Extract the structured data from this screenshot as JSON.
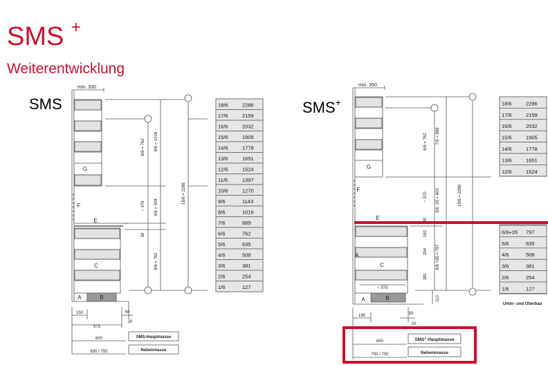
{
  "header": {
    "title": "SMS",
    "title_sup": "+",
    "subtitle": "Weiterentwicklung"
  },
  "left": {
    "label": "SMS",
    "min_label": "min. 330",
    "letters": {
      "G": "G",
      "F": "F",
      "E": "E",
      "C": "C",
      "A": "A",
      "B": "B"
    },
    "dims": {
      "d1": "6/6 = 762",
      "d2": "8/6 = 1016",
      "d3": "18/6 = 2286",
      "d4": "~ 478",
      "d5": "4/6 = 508",
      "d6": "30",
      "d7": "6/6 = 762"
    },
    "bottom_dims": [
      "150",
      "50",
      "575",
      "20",
      "600",
      "650 / 750"
    ],
    "legend": [
      "SMS-Hauptmasse",
      "Nebenmasse"
    ],
    "table": [
      [
        "18/6",
        "2286"
      ],
      [
        "17/6",
        "2159"
      ],
      [
        "16/6",
        "2032"
      ],
      [
        "15/6",
        "1905"
      ],
      [
        "14/6",
        "1778"
      ],
      [
        "13/6",
        "1651"
      ],
      [
        "12/6",
        "1524"
      ],
      [
        "11/6",
        "1397"
      ],
      [
        "10/6",
        "1270"
      ],
      [
        "9/6",
        "1143"
      ],
      [
        "8/6",
        "1016"
      ],
      [
        "7/6",
        "889"
      ],
      [
        "6/6",
        "762"
      ],
      [
        "5/6",
        "635"
      ],
      [
        "4/6",
        "508"
      ],
      [
        "3/6",
        "381"
      ],
      [
        "2/6",
        "254"
      ],
      [
        "1/6",
        "127"
      ]
    ]
  },
  "right": {
    "label": "SMS",
    "label_sup": "+",
    "min_label": "min. 350",
    "letters": {
      "G": "G",
      "F": "F",
      "E": "E",
      "C": "C",
      "A": "A",
      "B": "B"
    },
    "dims": {
      "d1": "6/6 = 762",
      "d2": "7/6 = 889",
      "d3": "18/6 = 2286",
      "d4": "~ 570",
      "d5": "5/6 -35 = 600",
      "d6": "30",
      "d7": "162",
      "d8": "254",
      "d9": "381",
      "d10": "6/6 +35 = 797",
      "d11": "110",
      "d12": "~ 575"
    },
    "bottom_dims": [
      "195",
      "50",
      "20",
      "650",
      "700 / 750"
    ],
    "legend_main": "SMS",
    "legend_main_sup": "+",
    "legend_main_rest": " Hauptmasse",
    "legend_sub": "Nebenmasse",
    "table_upper": [
      [
        "18/6",
        "2286"
      ],
      [
        "17/6",
        "2159"
      ],
      [
        "16/6",
        "2032"
      ],
      [
        "15/6",
        "1905"
      ],
      [
        "14/6",
        "1778"
      ],
      [
        "13/6",
        "1651"
      ],
      [
        "12/6",
        "1524"
      ]
    ],
    "table_lower": [
      [
        "6/6+35",
        "797"
      ],
      [
        "5/6",
        "635"
      ],
      [
        "4/6",
        "508"
      ],
      [
        "3/6",
        "381"
      ],
      [
        "2/6",
        "254"
      ],
      [
        "1/6",
        "127"
      ]
    ],
    "caption": "Unter- und Oberbau"
  },
  "colors": {
    "accent": "#c8102e",
    "line": "#555555",
    "fill": "#e3e3e3"
  }
}
